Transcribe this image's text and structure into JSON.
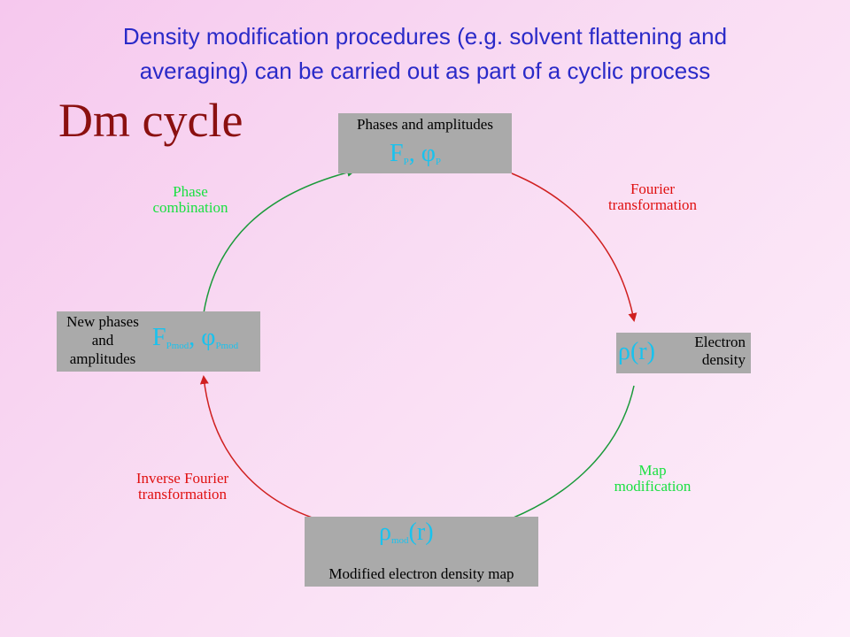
{
  "heading": {
    "line1": "Density modification procedures (e.g. solvent flattening and",
    "line2": "averaging) can be carried out as part of a cyclic process"
  },
  "title": "Dm cycle",
  "boxes": {
    "top": {
      "caption": "Phases and amplitudes",
      "F": "F",
      "F_sub": "P",
      "sep": ",",
      "phi": "φ",
      "phi_sub": "P"
    },
    "right": {
      "rho": "ρ(r)",
      "label_line1": "Electron",
      "label_line2": "density"
    },
    "bottom": {
      "rho": "ρ",
      "rho_sub": "mod",
      "rho_tail": "(r)",
      "caption": "Modified electron density map"
    },
    "left": {
      "line1": "New phases",
      "line2": "and",
      "line3": "amplitudes",
      "F": "F",
      "F_sub": "Pmod",
      "sep": ",",
      "phi": "φ",
      "phi_sub": "Pmod"
    }
  },
  "labels": {
    "fourier": {
      "line1": "Fourier",
      "line2": "transformation"
    },
    "map_mod": {
      "line1": "Map",
      "line2": "modification"
    },
    "inverse": {
      "line1": "Inverse Fourier",
      "line2": "transformation"
    },
    "phase_comb": {
      "line1": "Phase",
      "line2": "combination"
    }
  },
  "colors": {
    "heading": "#2a2ac8",
    "title": "#8b1010",
    "box_fill": "#aaaaaa",
    "symbol": "#19c2ee",
    "green_arrow": "#1a9a3a",
    "red_arrow": "#d02020",
    "green_label": "#19e040",
    "red_label": "#e01010"
  }
}
